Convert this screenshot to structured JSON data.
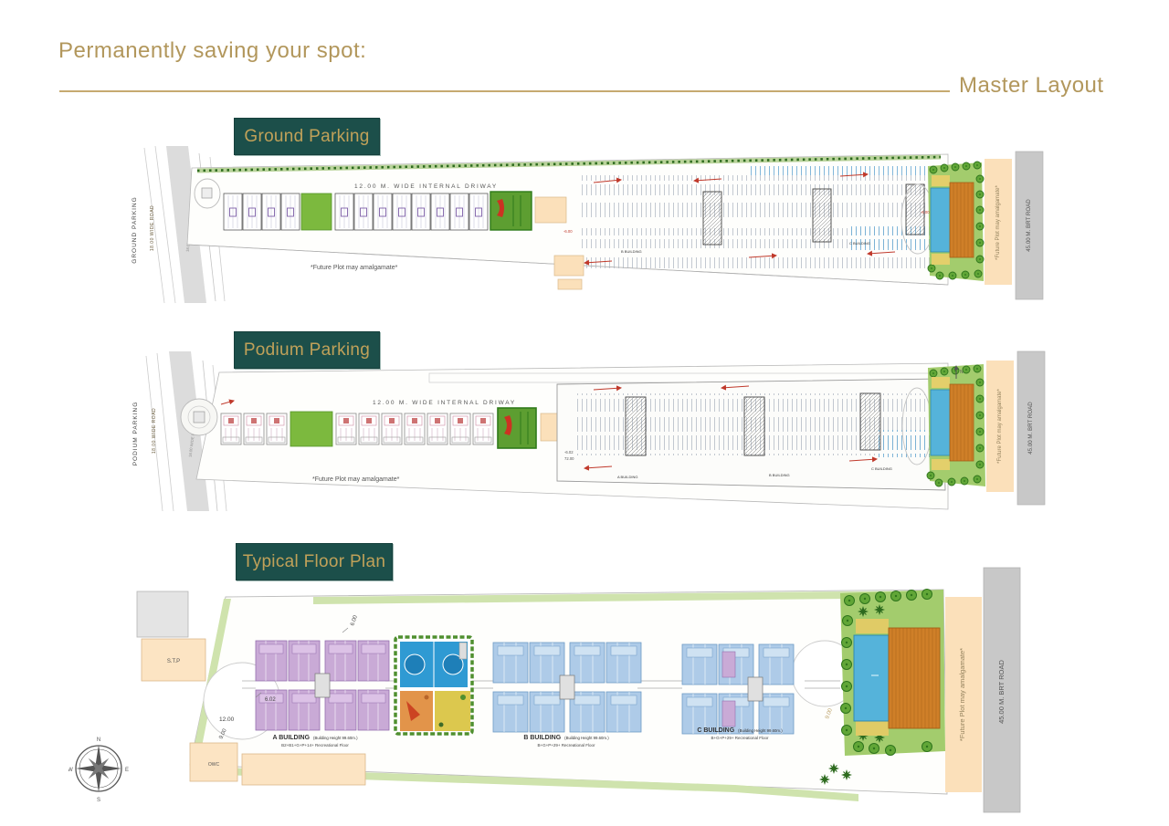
{
  "header": {
    "title": "Permanently saving your spot:",
    "right_label": "Master Layout"
  },
  "colors": {
    "gold": "#b2975c",
    "teal": "#1c4f4a",
    "pool_blue": "#55b3da",
    "deck_orange": "#cf7f28",
    "lawn_green": "#a3cc6d",
    "plot_beige": "#fbe0ba",
    "road_gray": "#c8c8c8"
  },
  "shared": {
    "internal_driveway": "12.00 M.  WIDE INTERNAL DRIWAY",
    "future_plot": "*Future Plot may amalgamate*",
    "brt_road": "45.00 M.  BRT ROAD",
    "wide_road": "18.00 WIDE ROAD",
    "existing_road": "18.00 WIDE EXISTING ROAD"
  },
  "ground": {
    "label": "Ground Parking",
    "side_label": "GROUND PARKING",
    "building_b": "B BUILDING",
    "building_c": "C BUILDING",
    "dim": "-6.00"
  },
  "podium": {
    "label": "Podium Parking",
    "side_label": "PODIUM PARKING",
    "building_a": "A BUILDING",
    "building_b": "B BUILDING",
    "building_c": "C BUILDING",
    "dim1": "-6.02",
    "dim2": "72.00",
    "north": "N"
  },
  "typical": {
    "label": "Typical Floor Plan",
    "stp": "S.T.P",
    "owc": "OWC",
    "buildings": [
      {
        "name": "A BUILDING",
        "height": "(Building Height 99.60m.)",
        "floors": "B2+B1+G+P+14+ Recreational Floor"
      },
      {
        "name": "B BUILDING",
        "height": "(Building Height 99.60m.)",
        "floors": "B+G+P+29+ Recreational Floor"
      },
      {
        "name": "C BUILDING",
        "height": "(Building Height 99.60m.)",
        "floors": "B+G+P+29+ Recreational Floor"
      }
    ],
    "dims": {
      "d1": "6.00",
      "d2": "6.02",
      "d3": "12.00",
      "d4": "9.00",
      "d5": "9.00"
    }
  },
  "compass": {
    "n": "N",
    "e": "E",
    "s": "S",
    "w": "W"
  }
}
